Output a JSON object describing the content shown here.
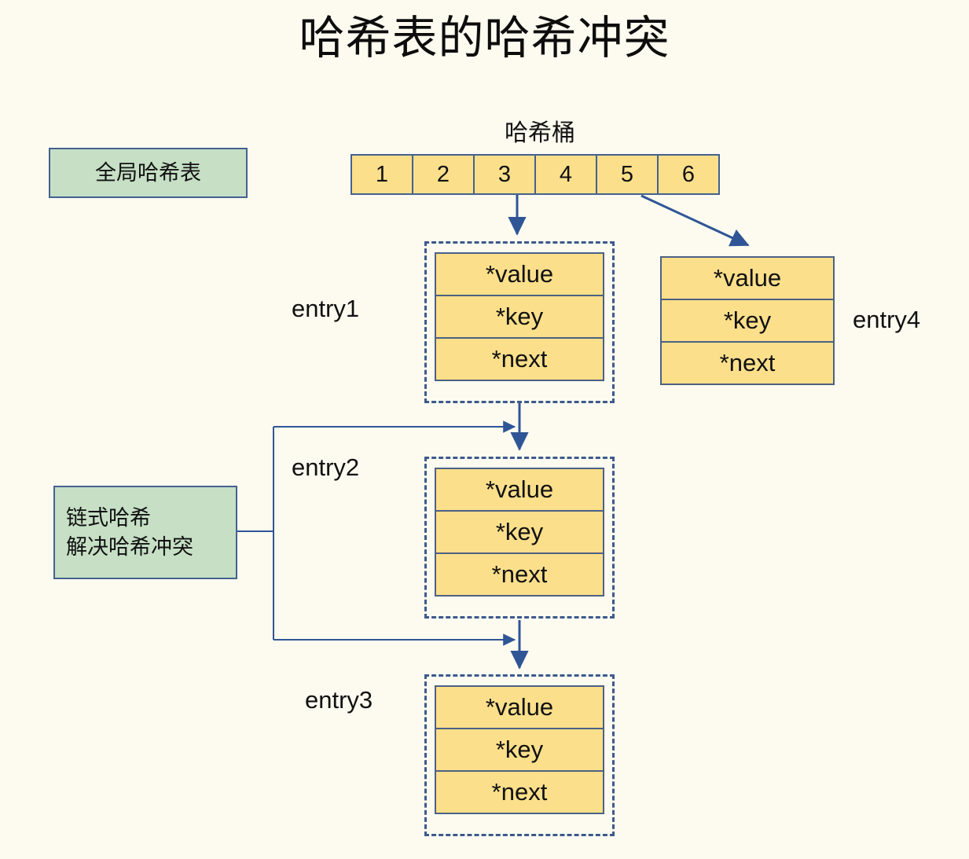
{
  "diagram": {
    "title": "哈希表的哈希冲突",
    "background_color": "#fdfbf0",
    "accent_color": "#44628f",
    "node_fill_color": "#fbdf8b",
    "note_fill_color": "#c6dfc5"
  },
  "notes": [
    {
      "id": "global-hash-table",
      "text": "全局哈希表"
    },
    {
      "id": "chained-hash",
      "text": "链式哈希\n解决哈希冲突"
    }
  ],
  "bucket": {
    "caption": "哈希桶",
    "cells": [
      "1",
      "2",
      "3",
      "4",
      "5",
      "6"
    ]
  },
  "entries": [
    {
      "id": "entry1",
      "label": "entry1",
      "label_side": "left",
      "dashed": true,
      "fields": [
        "*value",
        "*key",
        "*next"
      ]
    },
    {
      "id": "entry4",
      "label": "entry4",
      "label_side": "right",
      "dashed": false,
      "fields": [
        "*value",
        "*key",
        "*next"
      ]
    },
    {
      "id": "entry2",
      "label": "entry2",
      "label_side": "left",
      "dashed": true,
      "fields": [
        "*value",
        "*key",
        "*next"
      ]
    },
    {
      "id": "entry3",
      "label": "entry3",
      "label_side": "left",
      "dashed": true,
      "fields": [
        "*value",
        "*key",
        "*next"
      ]
    }
  ],
  "connectors": [
    {
      "id": "bucket3-to-entry1",
      "from": "bucket-cell-3",
      "to": "entry1",
      "style": "straight-down-arrow"
    },
    {
      "id": "bucket5-to-entry4",
      "from": "bucket-cell-5",
      "to": "entry4",
      "style": "diagonal-arrow"
    },
    {
      "id": "entry1-to-entry2",
      "from": "entry1",
      "to": "entry2",
      "style": "straight-down-arrow"
    },
    {
      "id": "entry2-to-entry3",
      "from": "entry2",
      "to": "entry3",
      "style": "straight-down-arrow"
    },
    {
      "id": "chained-hash-to-entry2",
      "from": "chained-hash",
      "to": "entry2",
      "style": "elbow-arrow"
    },
    {
      "id": "chained-hash-to-entry3",
      "from": "chained-hash",
      "to": "entry3",
      "style": "elbow-arrow"
    }
  ]
}
